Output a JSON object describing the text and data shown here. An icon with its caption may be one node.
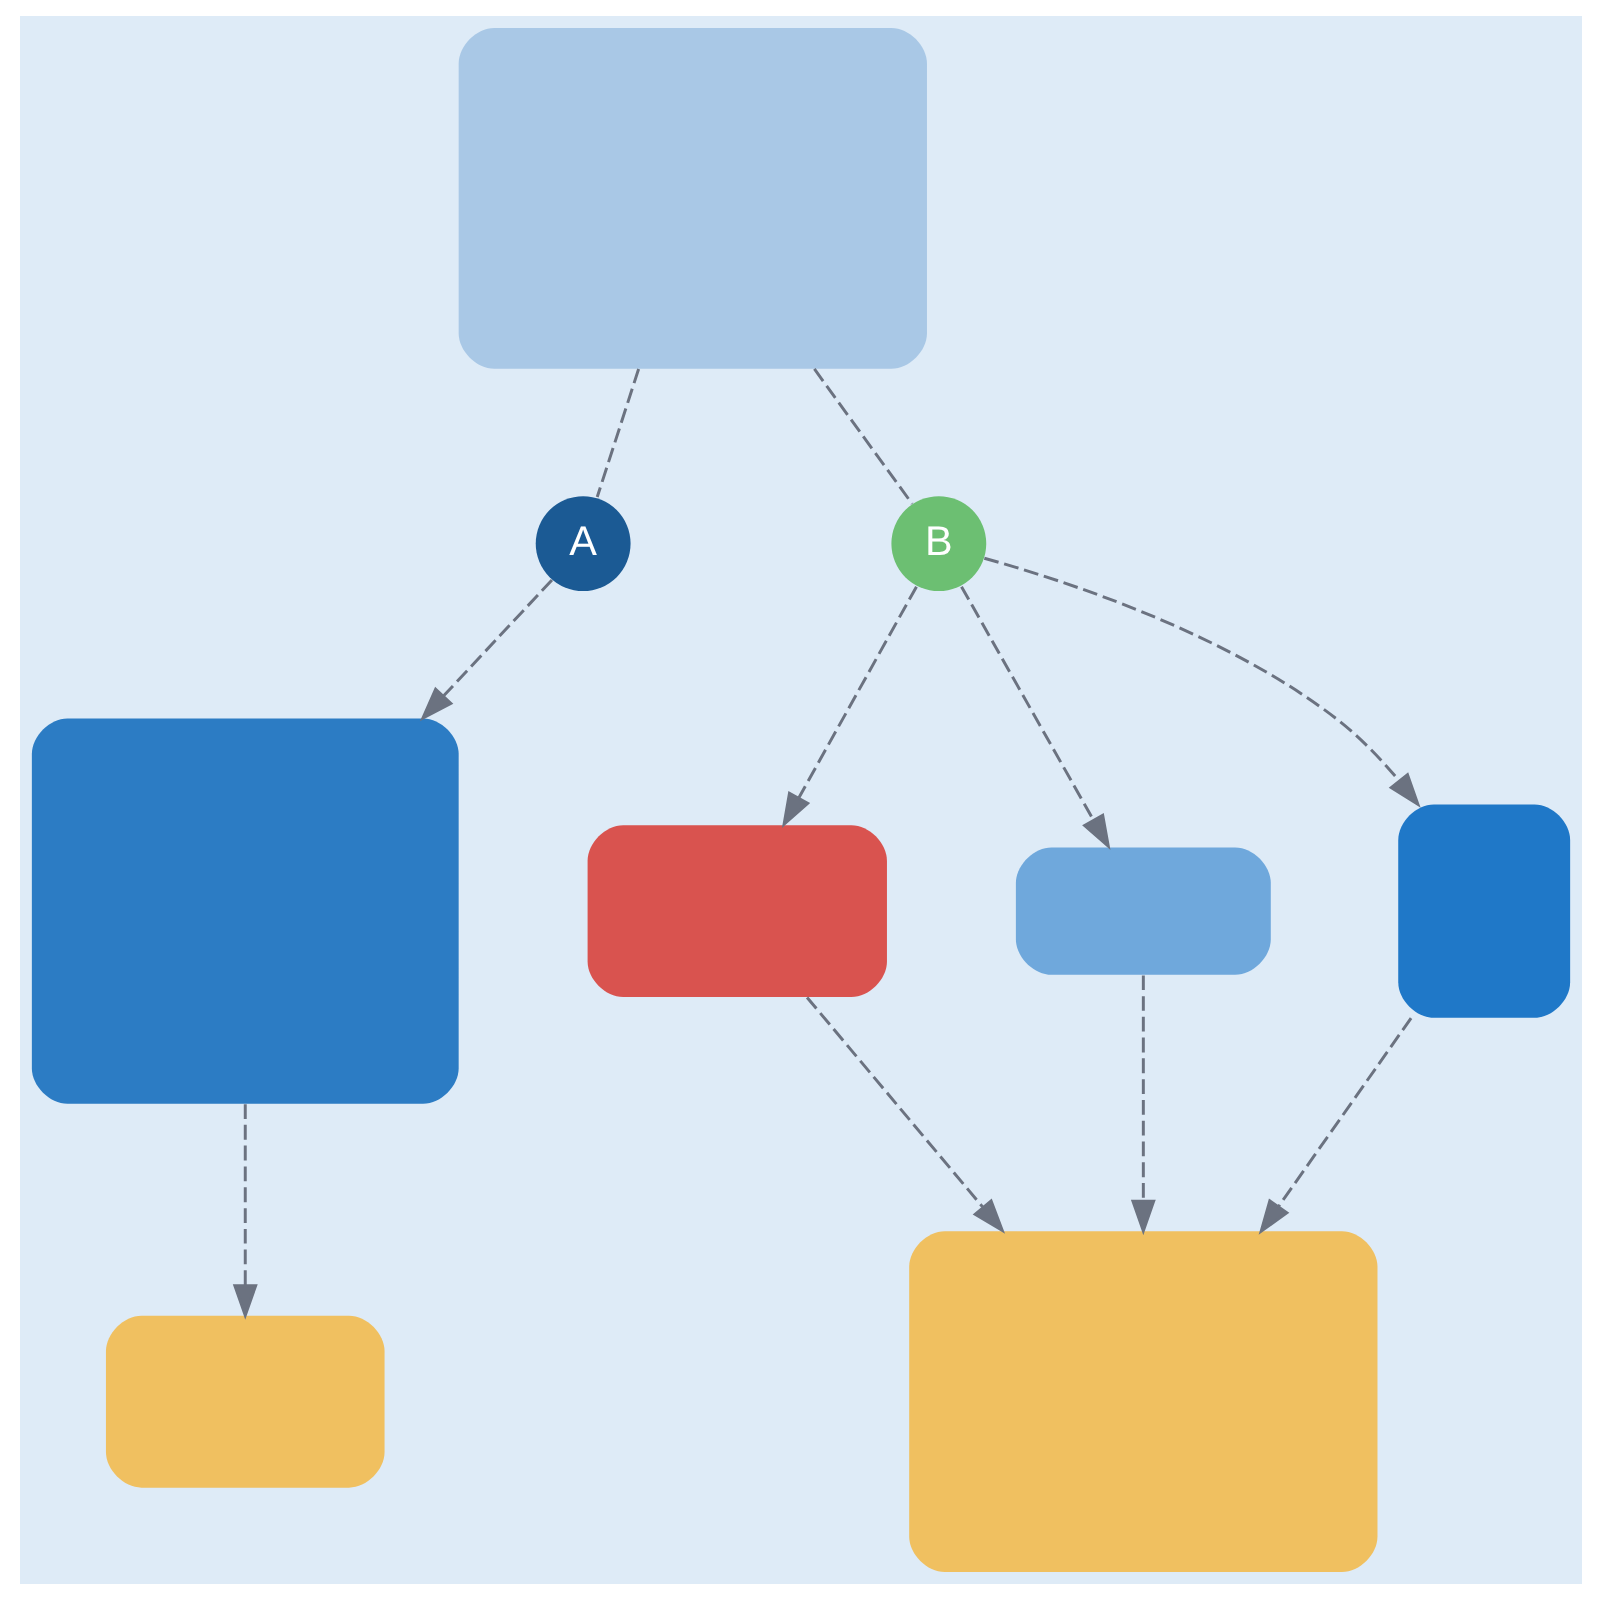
{
  "diagram": {
    "nodes": [
      {
        "text": [],
        "shape": "box"
      },
      {
        "text": [
          "A"
        ]
      },
      {
        "text": [
          "B"
        ]
      },
      {
        "text": [],
        "shape": "box"
      },
      {
        "text": [],
        "shape": "box"
      },
      {
        "text": [],
        "shape": "box"
      },
      {
        "text": [],
        "shape": "box"
      },
      {
        "text": [],
        "shape": "box"
      },
      {
        "text": [],
        "shape": "box"
      }
    ],
    "edges": [
      {
        "from": 0,
        "to": 1,
        "arrow": "none",
        "style": "dashed"
      },
      {
        "from": 1,
        "to": 3,
        "arrow": "to",
        "style": "dashed"
      },
      {
        "from": 3,
        "to": 4,
        "arrow": "to",
        "style": "dashed"
      },
      {
        "from": 0,
        "to": 2,
        "arrow": "none",
        "style": "dashed"
      },
      {
        "from": 2,
        "to": 5,
        "arrow": "to",
        "style": "dashed"
      },
      {
        "from": 2,
        "to": 6,
        "arrow": "to",
        "style": "dashed"
      },
      {
        "from": 2,
        "to": 7,
        "arrow": "to",
        "style": "dashed"
      },
      {
        "from": 5,
        "to": 8,
        "arrow": "to",
        "style": "dashed"
      },
      {
        "from": 6,
        "to": 8,
        "arrow": "to",
        "style": "dashed"
      },
      {
        "from": 7,
        "to": 8,
        "arrow": "to",
        "style": "dashed"
      }
    ]
  }
}
